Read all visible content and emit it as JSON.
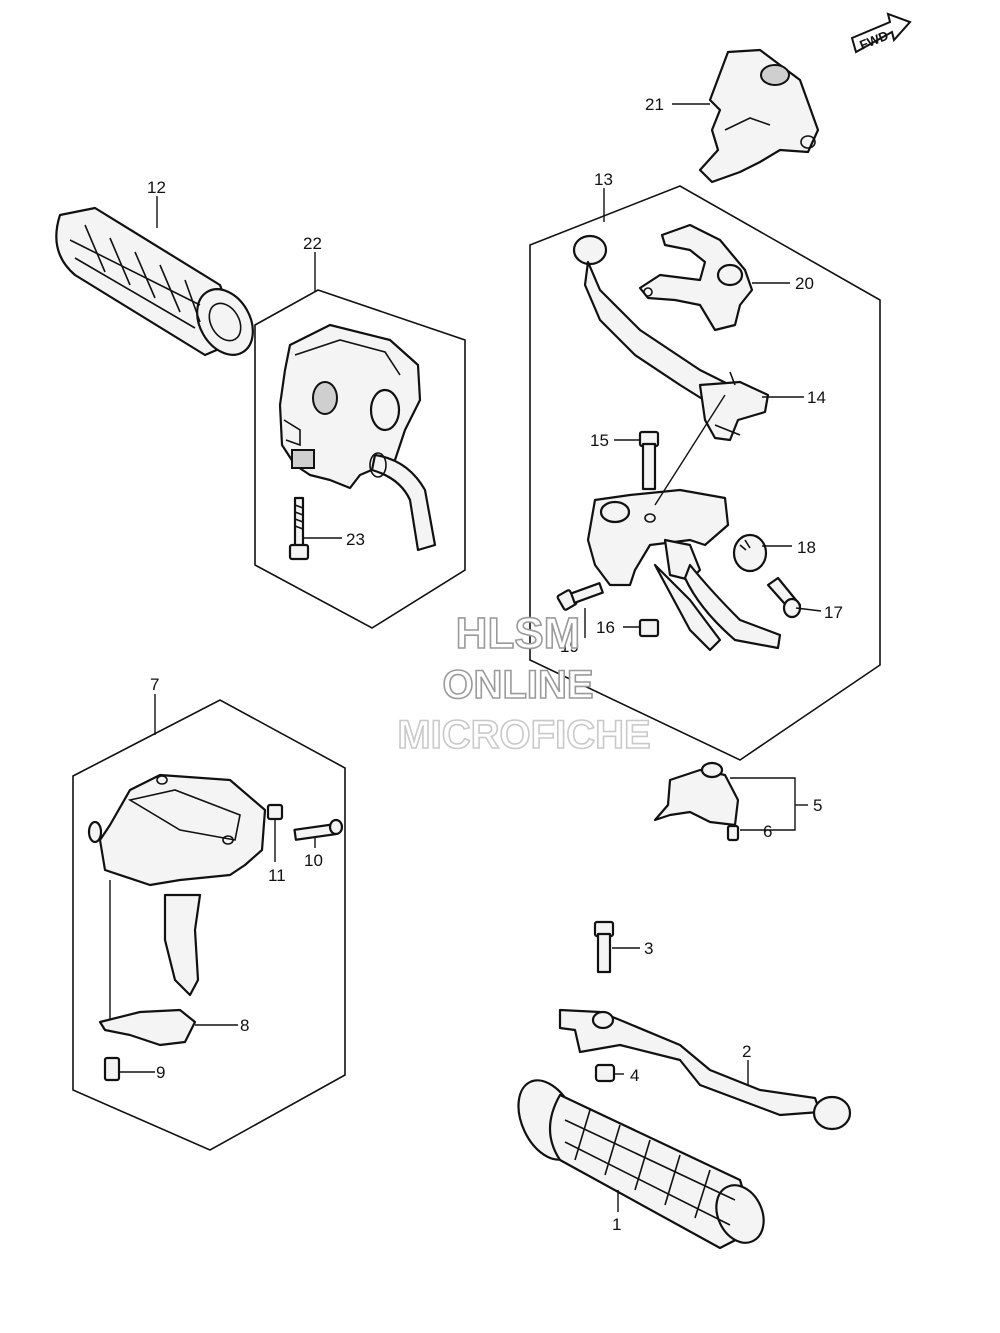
{
  "fwd_indicator": "FWD",
  "watermark": {
    "line1": "HLSM",
    "line2": "ONLINE",
    "line3": "MICROFICHE"
  },
  "callouts": {
    "c1": "1",
    "c2": "2",
    "c3": "3",
    "c4": "4",
    "c5": "5",
    "c6": "6",
    "c7": "7",
    "c8": "8",
    "c9": "9",
    "c10": "10",
    "c11": "11",
    "c12": "12",
    "c13": "13",
    "c14": "14",
    "c15": "15",
    "c16": "16",
    "c17": "17",
    "c18": "18",
    "c19": "19",
    "c20": "20",
    "c21": "21",
    "c22": "22",
    "c23": "23"
  }
}
